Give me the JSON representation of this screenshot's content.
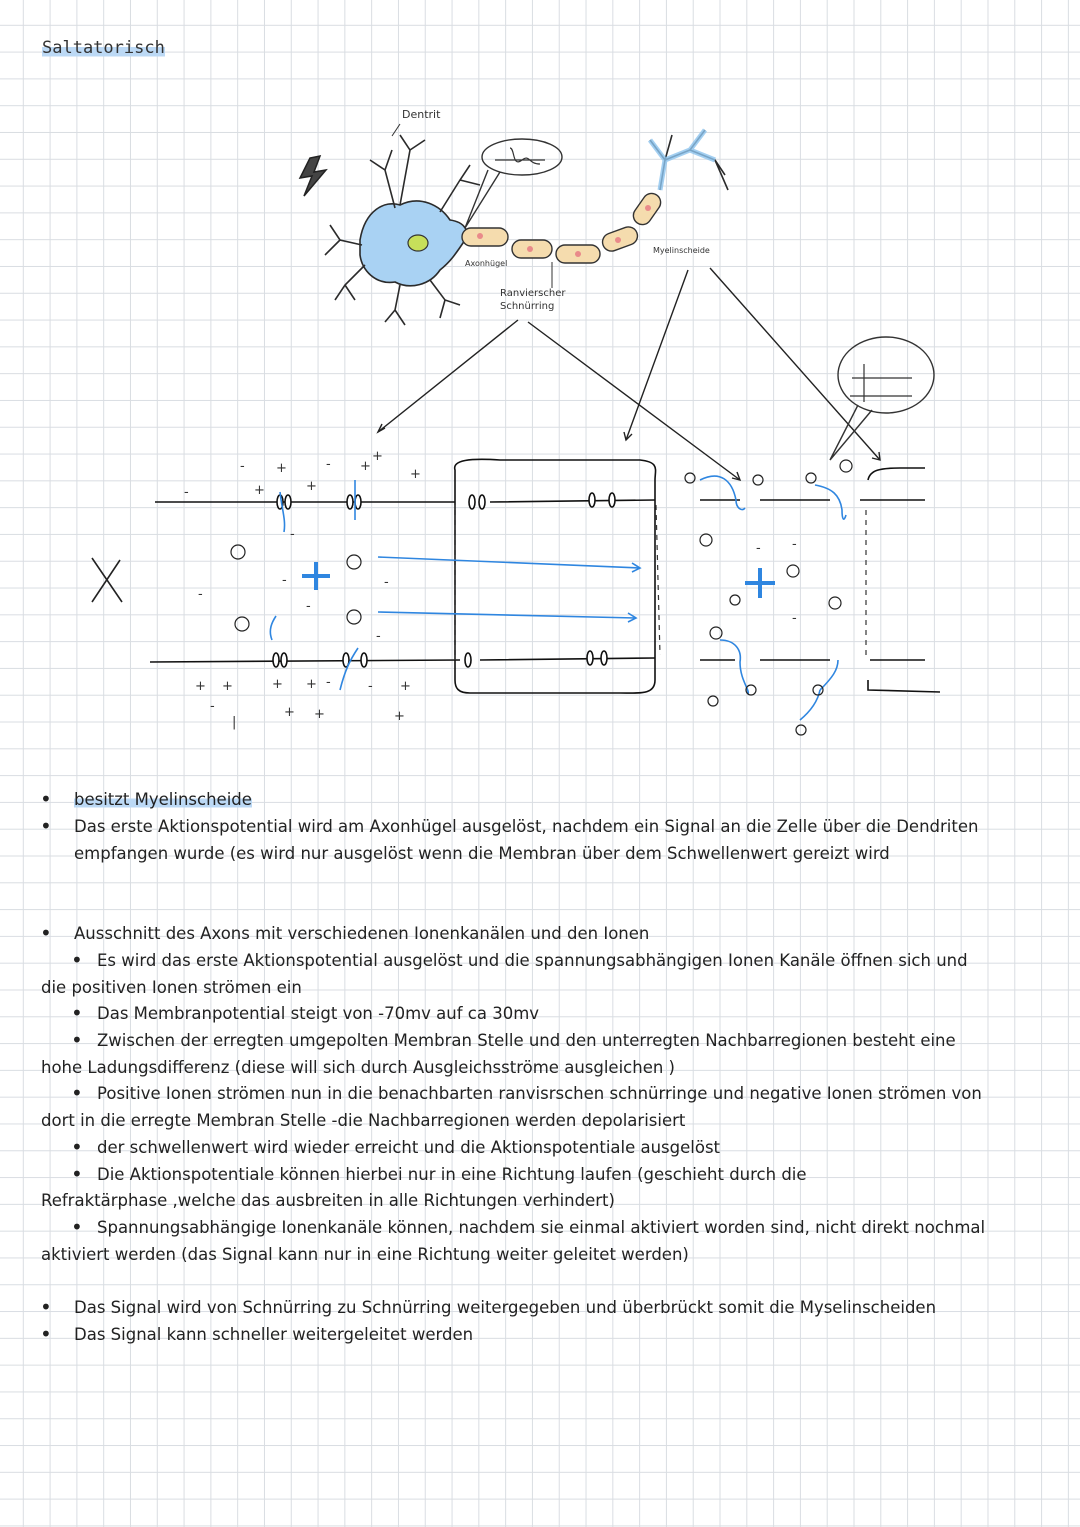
{
  "title": "Saltatorisch",
  "diagram": {
    "label_dendrit": "Dentrit",
    "label_axonhuegel": "Axonhügel",
    "label_ranvier_1": "Ranvierscher",
    "label_ranvier_2": "Schnürring",
    "label_myelin": "Myelinscheide"
  },
  "notes": {
    "b1": "besitzt Myelinscheide",
    "b2_l1": "Das erste Aktionspotential wird am Axonhügel ausgelöst, nachdem ein Signal an die Zelle über die Dendriten",
    "b2_l2": "empfangen wurde (es wird nur ausgelöst wenn die Membran über dem Schwellenwert gereizt wird",
    "b3": "Ausschnitt des Axons mit verschiedenen Ionenkanälen und den Ionen",
    "s1_l1": "Es wird das erste Aktionspotential ausgelöst und die spannungsabhängigen Ionen Kanäle öffnen sich und",
    "s1_l2": "die positiven Ionen strömen ein",
    "s2": "Das Membranpotential steigt von -70mv auf ca 30mv",
    "s3_l1": "Zwischen der erregten umgepolten Membran Stelle und den unterregten Nachbarregionen besteht eine",
    "s3_l2": "hohe Ladungsdifferenz (diese will sich durch Ausgleichsströme ausgleichen )",
    "s4_l1": "Positive Ionen strömen nun in die benachbarten ranvisrschen schnürringe und negative Ionen strömen von",
    "s4_l2": "dort in die erregte Membran Stelle -die Nachbarregionen werden depolarisiert",
    "s5": "der schwellenwert wird wieder erreicht und die Aktionspotentiale ausgelöst",
    "s6_l1": "Die Aktionspotentiale können hierbei nur in eine Richtung laufen (geschieht durch die",
    "s6_l2": "Refraktärphase ,welche das ausbreiten in alle Richtungen verhindert)",
    "s7_l1": "Spannungsabhängige Ionenkanäle können, nachdem sie einmal aktiviert worden sind, nicht direkt nochmal",
    "s7_l2": "aktiviert werden (das Signal kann nur in eine Richtung weiter geleitet werden)",
    "b4": "Das Signal wird von Schnürring zu Schnürring weitergegeben und überbrückt somit die Myselinscheiden",
    "b5": "Das Signal kann schneller weitergeleitet werden"
  },
  "colors": {
    "highlight": "#bcd9f5",
    "neuron_fill": "#a9d2f3",
    "myelin_fill": "#f5dcae",
    "accent": "#2f86e0"
  }
}
